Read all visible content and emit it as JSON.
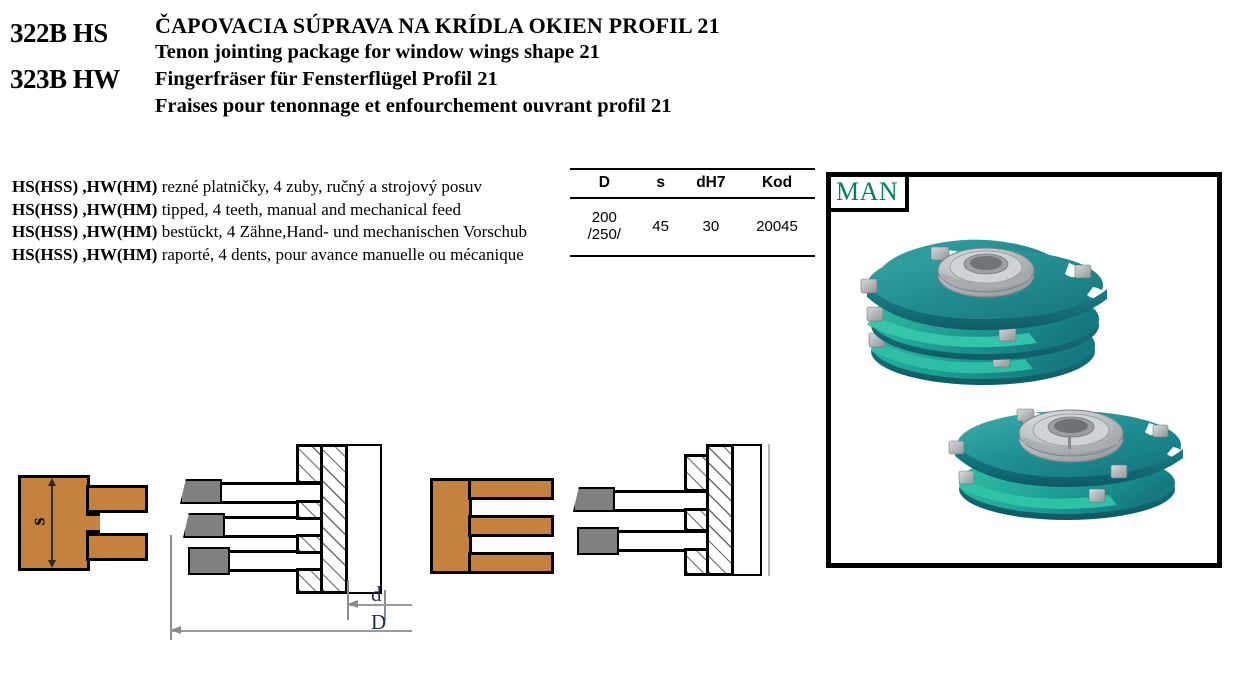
{
  "header": {
    "codes": [
      "322B HS",
      "323B HW"
    ],
    "titles": [
      "ČAPOVACIA SÚPRAVA NA KRÍDLA OKIEN PROFIL 21",
      "Tenon jointing package for window wings shape 21",
      "Fingerfräser  für Fensterflügel Profil 21",
      "Fraises pour tenonnage et enfourchement ouvrant profil 21"
    ]
  },
  "description": {
    "lines": [
      {
        "bold": "HS(HSS) ,HW(HM)",
        "rest": " rezné platničky, 4 zuby, ručný a strojový posuv"
      },
      {
        "bold": "HS(HSS) ,HW(HM)",
        "rest": " tipped, 4 teeth, manual and mechanical feed"
      },
      {
        "bold": "HS(HSS) ,HW(HM)",
        "rest": " bestückt, 4 Zähne,Hand- und mechanischen Vorschub"
      },
      {
        "bold": "HS(HSS) ,HW(HM)",
        "rest": " raporté, 4 dents, pour avance manuelle ou mécanique"
      }
    ]
  },
  "spec_table": {
    "columns": [
      "D",
      "s",
      "dH7",
      "Kod"
    ],
    "rows": [
      {
        "D": "200\n/250/",
        "s": "45",
        "dH7": "30",
        "Kod": "20045"
      }
    ]
  },
  "photo": {
    "badge": "MAN",
    "badge_color": "#008060",
    "tool_color": "#1f8f93",
    "tool_color_light": "#31b5a6",
    "hub_color": "#b4b7ba",
    "insert_color": "#9aa0a4"
  },
  "drawing": {
    "labels": {
      "thickness": "s",
      "bore": "d",
      "diameter": "D"
    },
    "wood_color": "#c5823f",
    "tip_color": "#808080"
  }
}
